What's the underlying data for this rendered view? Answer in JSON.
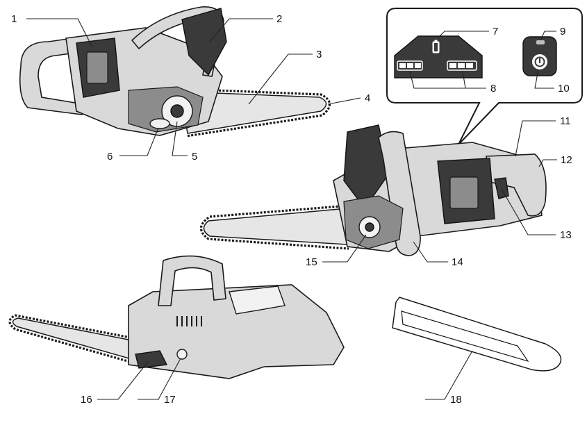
{
  "callouts": [
    {
      "id": "c1",
      "label": "1"
    },
    {
      "id": "c2",
      "label": "2"
    },
    {
      "id": "c3",
      "label": "3"
    },
    {
      "id": "c4",
      "label": "4"
    },
    {
      "id": "c5",
      "label": "5"
    },
    {
      "id": "c6",
      "label": "6"
    },
    {
      "id": "c7",
      "label": "7"
    },
    {
      "id": "c8",
      "label": "8"
    },
    {
      "id": "c9",
      "label": "9"
    },
    {
      "id": "c10",
      "label": "10"
    },
    {
      "id": "c11",
      "label": "11"
    },
    {
      "id": "c12",
      "label": "12"
    },
    {
      "id": "c13",
      "label": "13"
    },
    {
      "id": "c14",
      "label": "14"
    },
    {
      "id": "c15",
      "label": "15"
    },
    {
      "id": "c16",
      "label": "16"
    },
    {
      "id": "c17",
      "label": "17"
    },
    {
      "id": "c18",
      "label": "18"
    }
  ],
  "icons": {
    "battery_indicator": "battery-icon",
    "power_switch": "power-icon"
  },
  "colors": {
    "ink": "#1a1a1a",
    "panel": "#3a3a3a",
    "background": "#ffffff"
  }
}
